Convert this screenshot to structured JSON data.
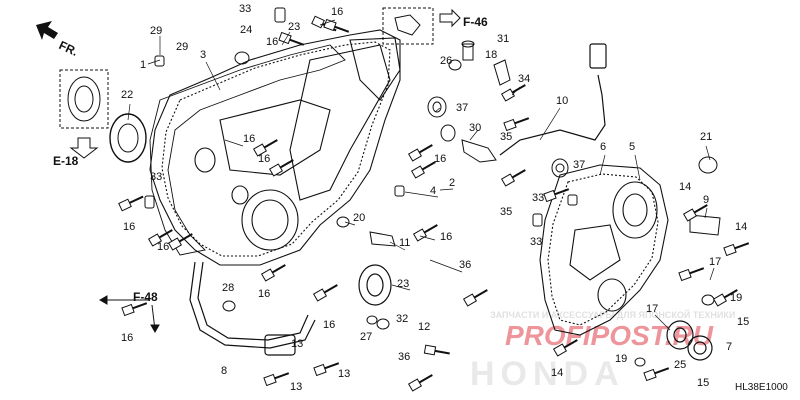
{
  "diagram_code": "HL38E1000",
  "direction_label": "FR.",
  "references": [
    {
      "id": "ref-e18",
      "label": "E-18"
    },
    {
      "id": "ref-f46",
      "label": "F-46"
    },
    {
      "id": "ref-f48",
      "label": "F-48"
    }
  ],
  "callouts": [
    {
      "n": "1"
    },
    {
      "n": "2"
    },
    {
      "n": "3"
    },
    {
      "n": "4"
    },
    {
      "n": "5"
    },
    {
      "n": "6"
    },
    {
      "n": "7"
    },
    {
      "n": "8"
    },
    {
      "n": "9"
    },
    {
      "n": "10"
    },
    {
      "n": "11"
    },
    {
      "n": "12"
    },
    {
      "n": "13"
    },
    {
      "n": "14"
    },
    {
      "n": "15"
    },
    {
      "n": "16"
    },
    {
      "n": "17"
    },
    {
      "n": "18"
    },
    {
      "n": "19"
    },
    {
      "n": "20"
    },
    {
      "n": "21"
    },
    {
      "n": "22"
    },
    {
      "n": "23"
    },
    {
      "n": "24"
    },
    {
      "n": "25"
    },
    {
      "n": "26"
    },
    {
      "n": "27"
    },
    {
      "n": "28"
    },
    {
      "n": "29"
    },
    {
      "n": "30"
    },
    {
      "n": "31"
    },
    {
      "n": "32"
    },
    {
      "n": "33"
    },
    {
      "n": "34"
    },
    {
      "n": "35"
    },
    {
      "n": "36"
    },
    {
      "n": "37"
    }
  ],
  "watermark": {
    "line1": "ЗАПЧАСТИ И АКСЕССУАРЫ ДЛЯ ЯПОНСКОЙ ТЕХНИКИ",
    "logo": "PROFIPOST.RU",
    "brand": "HONDA"
  },
  "colors": {
    "line": "#111111",
    "watermark_red": "#e0404a",
    "watermark_grey": "#c8c8c8"
  }
}
